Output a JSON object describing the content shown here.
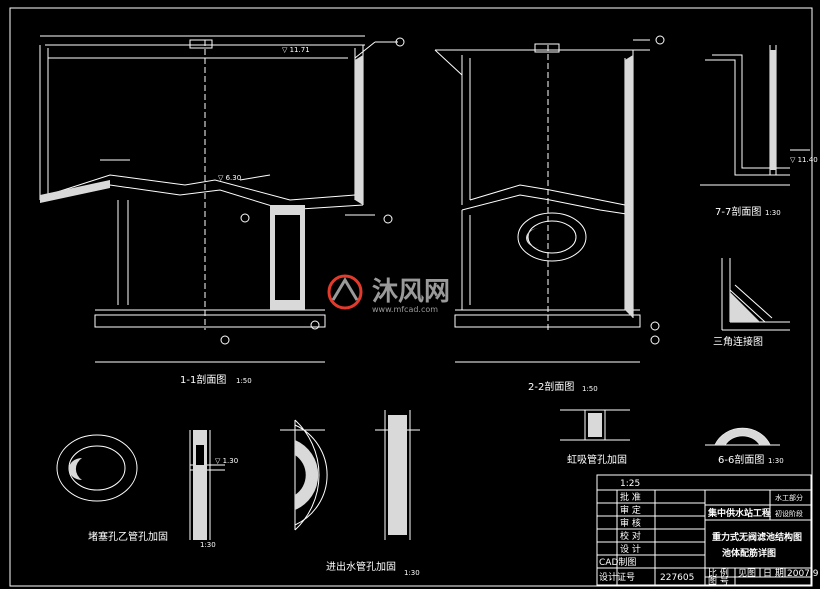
{
  "colors": {
    "background": "#000000",
    "line": "#ffffff",
    "structure_fill": "#d9d9d9",
    "watermark_red": "#e23b2c",
    "watermark_text": "#9a9a9a"
  },
  "captions": {
    "section_1_1": "1-1剖面图",
    "section_1_1_scale": "1:50",
    "section_2_2": "2-2剖面图",
    "section_2_2_scale": "1:50",
    "section_7_7": "7-7剖面图",
    "section_7_7_scale": "1:30",
    "triangle_detail": "三角连接图",
    "pipe_a": "虹吸管孔加固",
    "section_6_6": "6-6剖面图",
    "section_6_6_scale": "1:30",
    "pipe_b": "堵塞孔乙管孔加固",
    "pipe_b_scale": "1:30",
    "pipe_c": "进出水管孔加固",
    "pipe_c_scale": "1:30"
  },
  "dimensions": {
    "top_level_left": "▽ 11.71",
    "mid_level_left": "▽ 6.30",
    "level_7_7": "▽ 11.40",
    "level_pipe_b": "▽ 1.30"
  },
  "watermark": {
    "brand": "沐风网",
    "url": "www.mfcad.com"
  },
  "title_block": {
    "scale_note": "1:25",
    "rows_left": [
      "批 准",
      "审 定",
      "审 核",
      "校 对",
      "设 计",
      "CAD制图",
      "设计证号"
    ],
    "cert_no": "227605",
    "project": "集中供水站工程",
    "phase_1": "水工部分",
    "phase_2": "初设阶段",
    "drawing_title_1": "重力式无阀滤池结构图",
    "drawing_title_2": "池体配筋详图",
    "scale_label": "比 例",
    "scale_value": "见图",
    "date_label": "日 期",
    "date_value": "2007.9",
    "drawing_no_label": "图 号"
  }
}
